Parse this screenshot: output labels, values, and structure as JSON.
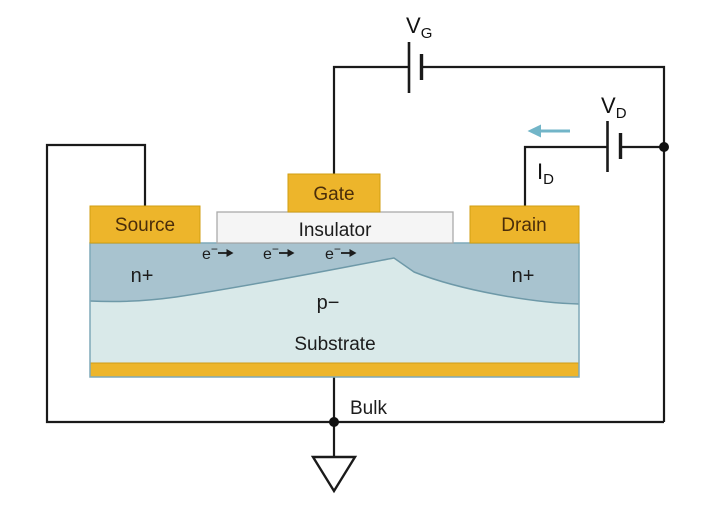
{
  "colors": {
    "electrode_gold": "#EDB52B",
    "electrode_border": "#D19E12",
    "electrode_text": "#4A2D0A",
    "n_region": "#A8C3CF",
    "substrate_region": "#D9E9E9",
    "body_border": "#7FA9B8",
    "insulator_fill": "#F5F5F5",
    "insulator_border": "#AAAAAA",
    "wire": "#1A1A1A",
    "current_arrow": "#72B5C8",
    "label_text": "#1C1C1C"
  },
  "circuit": {
    "gate_supply": {
      "base": "V",
      "sub": "G"
    },
    "drain_supply": {
      "base": "V",
      "sub": "D"
    },
    "drain_current": {
      "base": "I",
      "sub": "D"
    },
    "bulk": "Bulk"
  },
  "device": {
    "source": "Source",
    "gate": "Gate",
    "drain": "Drain",
    "insulator": "Insulator",
    "n_plus_source": "n+",
    "n_plus_drain": "n+",
    "p_minus": "p−",
    "substrate": "Substrate",
    "electrons": [
      {
        "base": "e",
        "sup": "−"
      },
      {
        "base": "e",
        "sup": "−"
      },
      {
        "base": "e",
        "sup": "−"
      }
    ]
  }
}
